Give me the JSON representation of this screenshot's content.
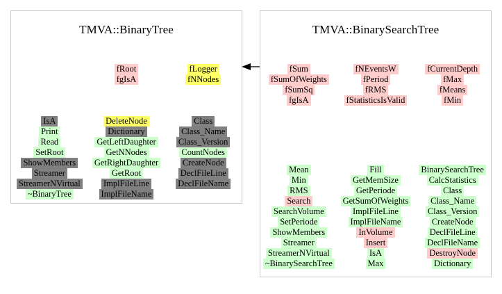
{
  "diagram": {
    "type": "class-inheritance-diagram",
    "relationship": "TMVA::BinarySearchTree inherits from TMVA::BinaryTree",
    "arrow_label": "inheritance-arrow"
  },
  "legend_colors": {
    "data_member": "#ffcccc",
    "static_or_special": "#ffff66",
    "public_method": "#ccffcc",
    "inherited_or_root_internal": "#808080"
  },
  "classes": [
    {
      "id": "binarytree",
      "title": "TMVA::BinaryTree",
      "members": {
        "columns": [
          {
            "entries": []
          },
          {
            "entries": [
              {
                "label": "fRoot",
                "color": "pink"
              },
              {
                "label": "fgIsA",
                "color": "pink"
              }
            ]
          },
          {
            "entries": [
              {
                "label": "fLogger",
                "color": "yellow"
              },
              {
                "label": "fNNodes",
                "color": "yellow"
              }
            ]
          }
        ]
      },
      "methods": {
        "columns": [
          {
            "entries": [
              {
                "label": "IsA",
                "color": "gray"
              },
              {
                "label": "Print",
                "color": "green"
              },
              {
                "label": "Read",
                "color": "green"
              },
              {
                "label": "SetRoot",
                "color": "green"
              },
              {
                "label": "ShowMembers",
                "color": "gray"
              },
              {
                "label": "Streamer",
                "color": "gray"
              },
              {
                "label": "StreamerNVirtual",
                "color": "gray"
              },
              {
                "label": "~BinaryTree",
                "color": "green"
              }
            ]
          },
          {
            "entries": [
              {
                "label": "DeleteNode",
                "color": "yellow"
              },
              {
                "label": "Dictionary",
                "color": "gray"
              },
              {
                "label": "GetLeftDaughter",
                "color": "green"
              },
              {
                "label": "GetNNodes",
                "color": "green"
              },
              {
                "label": "GetRightDaughter",
                "color": "green"
              },
              {
                "label": "GetRoot",
                "color": "green"
              },
              {
                "label": "ImplFileLine",
                "color": "gray"
              },
              {
                "label": "ImplFileName",
                "color": "gray"
              }
            ]
          },
          {
            "entries": [
              {
                "label": "Class",
                "color": "gray"
              },
              {
                "label": "Class_Name",
                "color": "gray"
              },
              {
                "label": "Class_Version",
                "color": "gray"
              },
              {
                "label": "CountNodes",
                "color": "green"
              },
              {
                "label": "CreateNode",
                "color": "gray"
              },
              {
                "label": "DeclFileLine",
                "color": "gray"
              },
              {
                "label": "DeclFileName",
                "color": "gray"
              }
            ]
          }
        ]
      }
    },
    {
      "id": "binarysearchtree",
      "title": "TMVA::BinarySearchTree",
      "members": {
        "columns": [
          {
            "entries": [
              {
                "label": "fSum",
                "color": "pink"
              },
              {
                "label": "fSumOfWeights",
                "color": "pink"
              },
              {
                "label": "fSumSq",
                "color": "pink"
              },
              {
                "label": "fgIsA",
                "color": "pink"
              }
            ]
          },
          {
            "entries": [
              {
                "label": "fNEventsW",
                "color": "pink"
              },
              {
                "label": "fPeriod",
                "color": "pink"
              },
              {
                "label": "fRMS",
                "color": "pink"
              },
              {
                "label": "fStatisticsIsValid",
                "color": "pink"
              }
            ]
          },
          {
            "entries": [
              {
                "label": "fCurrentDepth",
                "color": "pink"
              },
              {
                "label": "fMax",
                "color": "pink"
              },
              {
                "label": "fMeans",
                "color": "pink"
              },
              {
                "label": "fMin",
                "color": "pink"
              }
            ]
          }
        ]
      },
      "methods": {
        "columns": [
          {
            "entries": [
              {
                "label": "Mean",
                "color": "green"
              },
              {
                "label": "Min",
                "color": "green"
              },
              {
                "label": "RMS",
                "color": "green"
              },
              {
                "label": "Search",
                "color": "pink"
              },
              {
                "label": "SearchVolume",
                "color": "green"
              },
              {
                "label": "SetPeriode",
                "color": "green"
              },
              {
                "label": "ShowMembers",
                "color": "green"
              },
              {
                "label": "Streamer",
                "color": "green"
              },
              {
                "label": "StreamerNVirtual",
                "color": "green"
              },
              {
                "label": "~BinarySearchTree",
                "color": "green"
              }
            ]
          },
          {
            "entries": [
              {
                "label": "Fill",
                "color": "green"
              },
              {
                "label": "GetMemSize",
                "color": "green"
              },
              {
                "label": "GetPeriode",
                "color": "green"
              },
              {
                "label": "GetSumOfWeights",
                "color": "green"
              },
              {
                "label": "ImplFileLine",
                "color": "green"
              },
              {
                "label": "ImplFileName",
                "color": "green"
              },
              {
                "label": "InVolume",
                "color": "pink"
              },
              {
                "label": "Insert",
                "color": "pink"
              },
              {
                "label": "IsA",
                "color": "green"
              },
              {
                "label": "Max",
                "color": "green"
              }
            ]
          },
          {
            "entries": [
              {
                "label": "BinarySearchTree",
                "color": "green"
              },
              {
                "label": "CalcStatistics",
                "color": "green"
              },
              {
                "label": "Class",
                "color": "green"
              },
              {
                "label": "Class_Name",
                "color": "green"
              },
              {
                "label": "Class_Version",
                "color": "green"
              },
              {
                "label": "CreateNode",
                "color": "green"
              },
              {
                "label": "DeclFileLine",
                "color": "green"
              },
              {
                "label": "DeclFileName",
                "color": "green"
              },
              {
                "label": "DestroyNode",
                "color": "pink"
              },
              {
                "label": "Dictionary",
                "color": "green"
              }
            ]
          }
        ]
      }
    }
  ]
}
